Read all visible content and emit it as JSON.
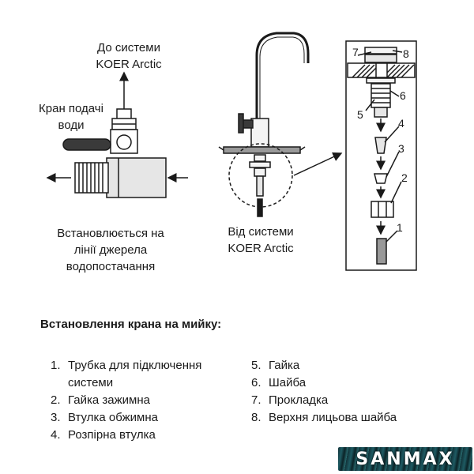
{
  "labels": {
    "to_system": "До системи KOER Arctic",
    "supply_valve": "Кран подачі води",
    "installed_on_line": "Встановлюється на лінії джерела водопостачання",
    "from_system": "Від системи KOER Arctic"
  },
  "callout_numbers": [
    "1",
    "2",
    "3",
    "4",
    "5",
    "6",
    "7",
    "8"
  ],
  "section_title": "Встановлення крана на мийку:",
  "parts": [
    {
      "n": "1.",
      "text": "Трубка для підключення системи"
    },
    {
      "n": "2.",
      "text": "Гайка зажимна"
    },
    {
      "n": "3.",
      "text": "Втулка обжимна"
    },
    {
      "n": "4.",
      "text": "Розпірна втулка"
    },
    {
      "n": "5.",
      "text": "Гайка"
    },
    {
      "n": "6.",
      "text": "Шайба"
    },
    {
      "n": "7.",
      "text": "Прокладка"
    },
    {
      "n": "8.",
      "text": "Верхня лицьова шайба"
    }
  ],
  "brand": "SANMAX",
  "colors": {
    "line": "#1a1a1a",
    "pipe_fill": "#e6e6e6",
    "handle": "#3a3a3a",
    "counter": "#999999",
    "brand_bg": "#1e5b63"
  }
}
